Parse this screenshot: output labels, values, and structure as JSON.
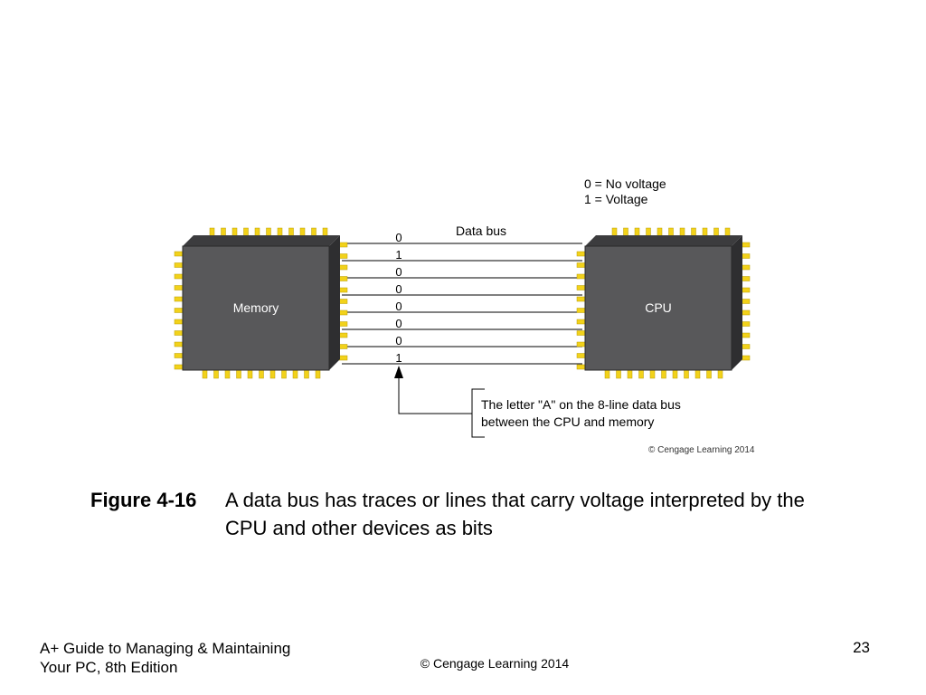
{
  "diagram": {
    "legend_zero": "0 = No voltage",
    "legend_one": "1 = Voltage",
    "bus_label": "Data bus",
    "bits": [
      "0",
      "1",
      "0",
      "0",
      "0",
      "0",
      "0",
      "1"
    ],
    "memory_label": "Memory",
    "cpu_label": "CPU",
    "callout_line1": "The letter \"A\" on the 8-line data bus",
    "callout_line2": "between the CPU and memory",
    "credit": "© Cengage Learning 2014",
    "colors": {
      "chip": "#58585a",
      "pin": "#f2d21a",
      "pin_edge": "#b89c00",
      "line": "#000000"
    }
  },
  "caption": {
    "figure_number": "Figure 4-16",
    "text": "A data bus has traces or lines that carry voltage interpreted by the CPU and other devices as bits"
  },
  "footer": {
    "book_line1": "A+ Guide to Managing & Maintaining",
    "book_line2": "Your PC, 8th Edition",
    "copyright": "© Cengage Learning  2014",
    "page_number": "23"
  }
}
